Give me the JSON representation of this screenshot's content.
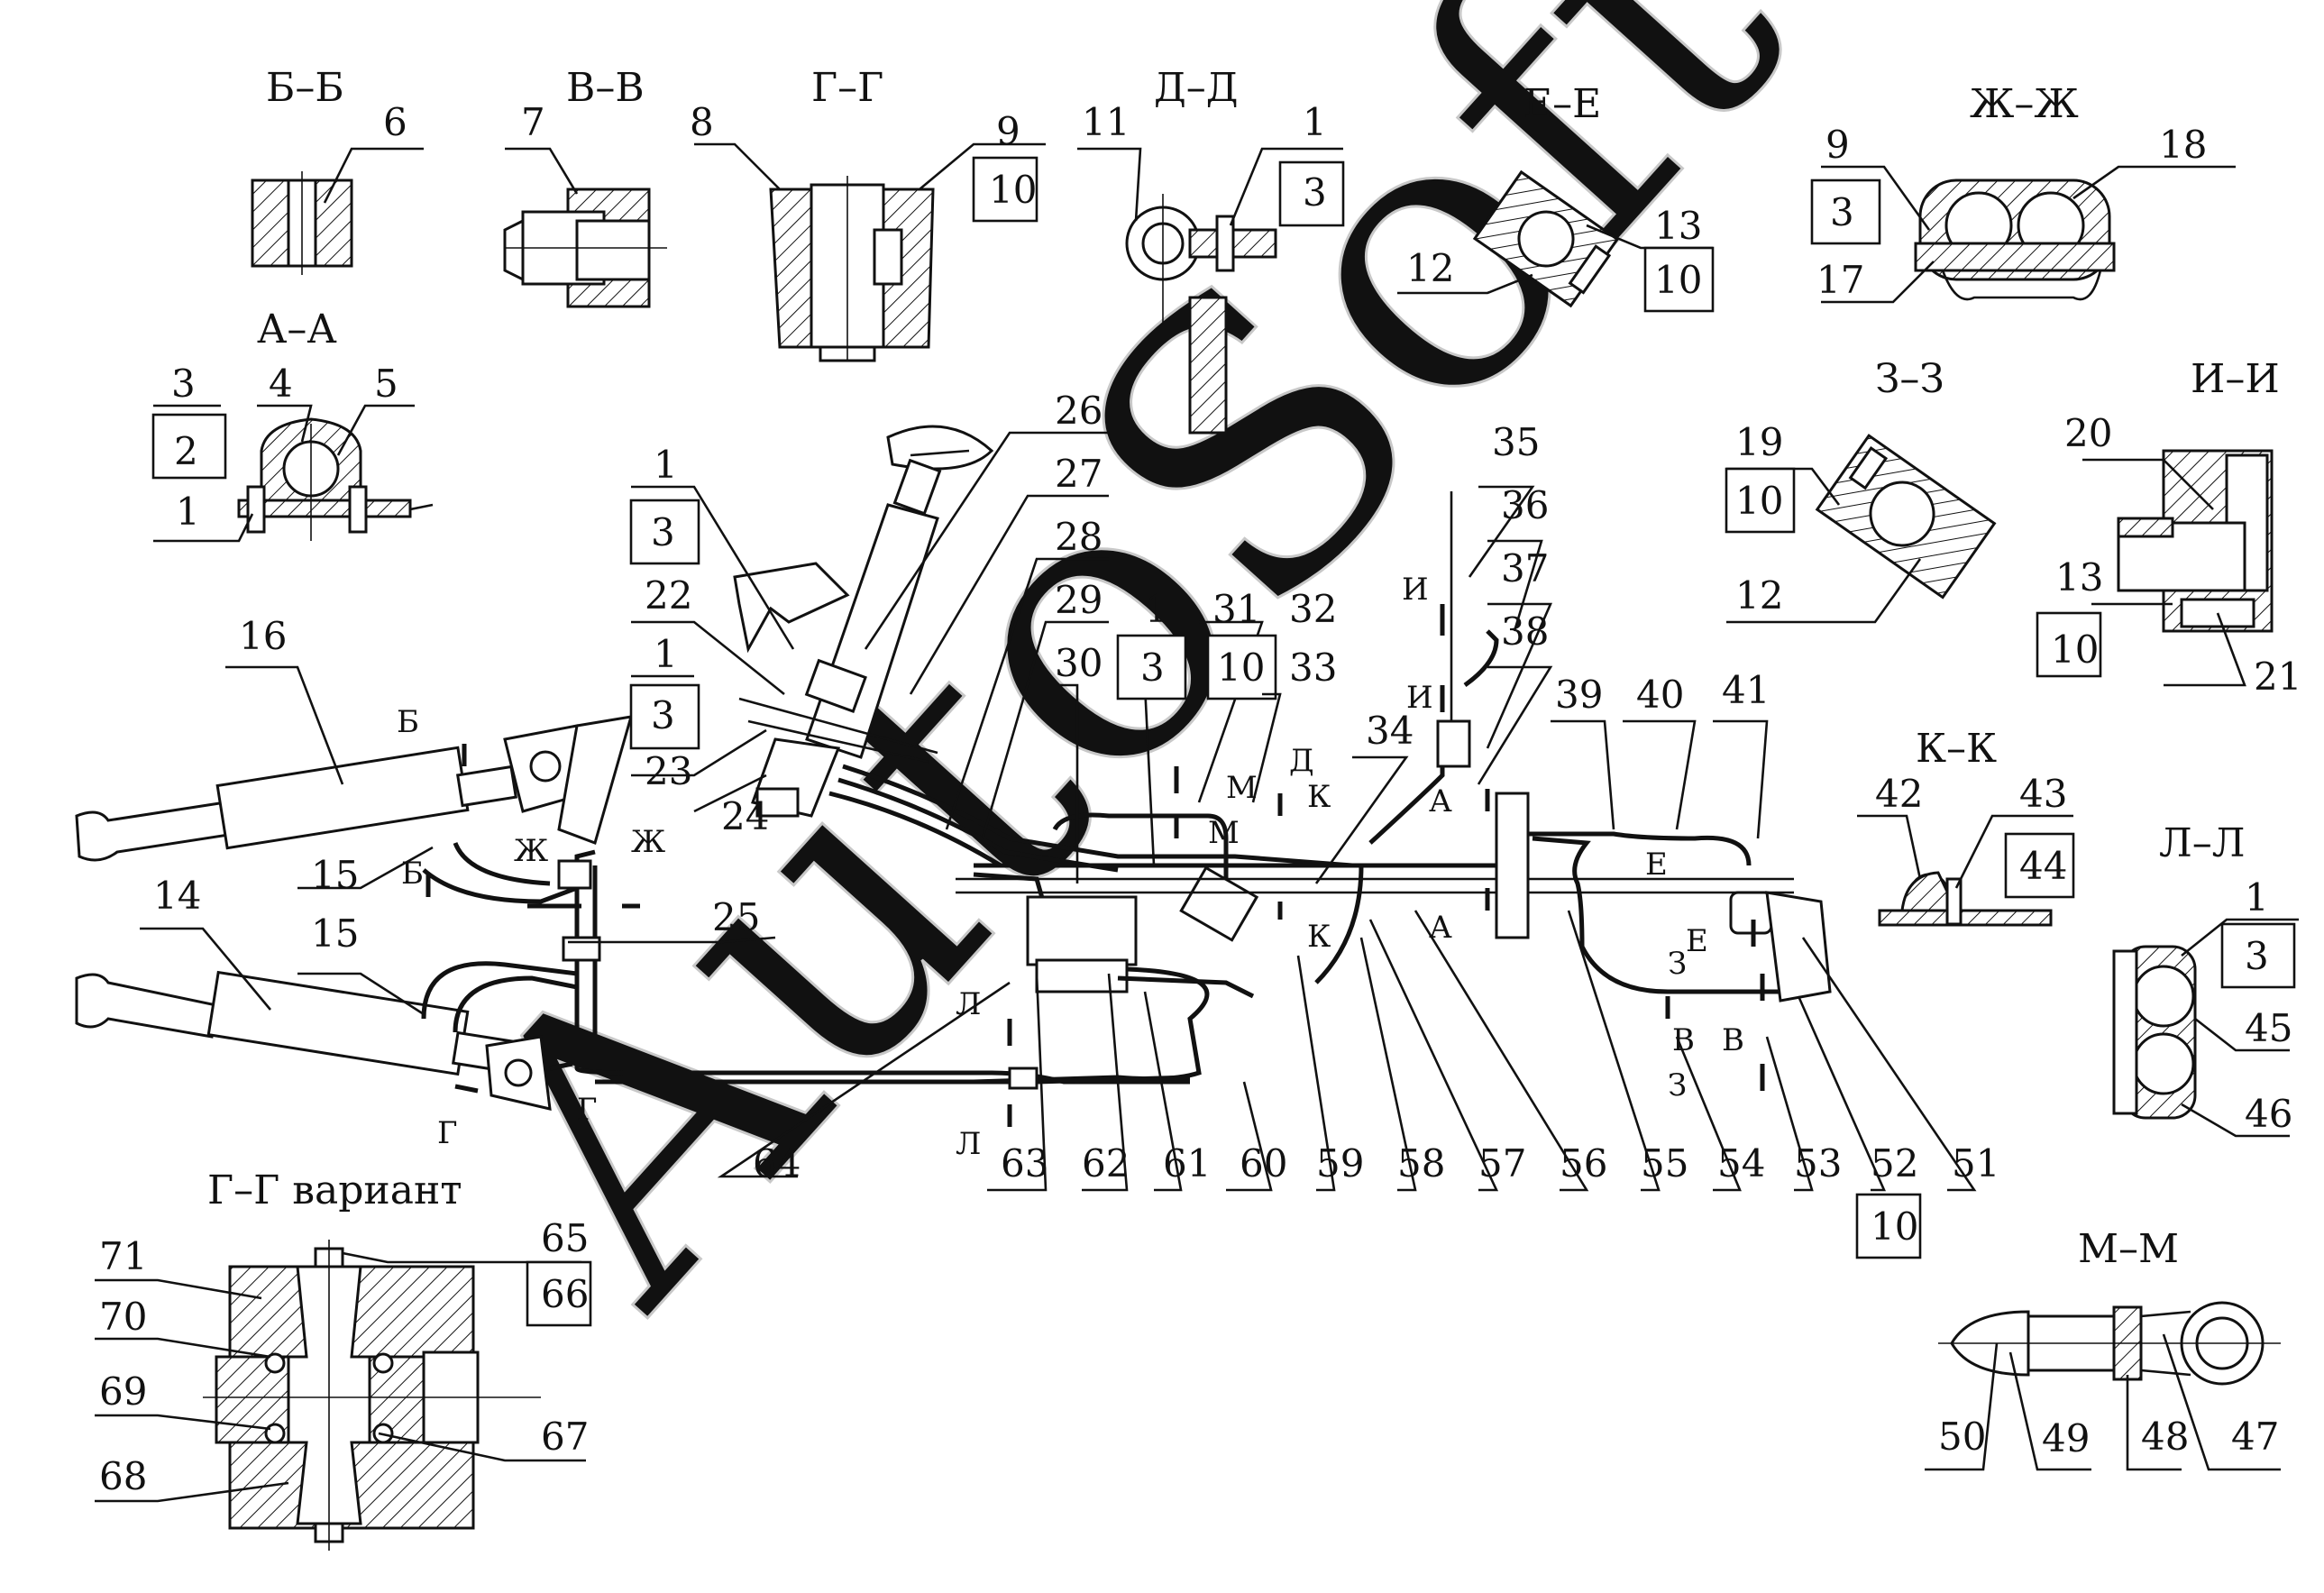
{
  "watermark": "AutoSoft",
  "sections": [
    {
      "id": "bb",
      "title": "Б–Б",
      "labels": [
        "6"
      ]
    },
    {
      "id": "vv",
      "title": "В–В",
      "labels": [
        "7"
      ]
    },
    {
      "id": "gg",
      "title": "Г–Г",
      "labels": [
        "8",
        "9",
        "10"
      ]
    },
    {
      "id": "dd",
      "title": "Д–Д",
      "labels": [
        "11",
        "1",
        "3"
      ]
    },
    {
      "id": "ee",
      "title": "Е–Е",
      "labels": [
        "12",
        "13",
        "10"
      ]
    },
    {
      "id": "zhzh",
      "title": "Ж–Ж",
      "labels": [
        "9",
        "3",
        "17",
        "18"
      ]
    },
    {
      "id": "aa",
      "title": "А–А",
      "labels": [
        "3",
        "2",
        "1",
        "4",
        "5"
      ]
    },
    {
      "id": "zz",
      "title": "З–З",
      "labels": [
        "19",
        "10",
        "12"
      ]
    },
    {
      "id": "ii",
      "title": "И–И",
      "labels": [
        "20",
        "13",
        "10",
        "21"
      ]
    },
    {
      "id": "kk",
      "title": "К–К",
      "labels": [
        "42",
        "43",
        "44"
      ]
    },
    {
      "id": "ll",
      "title": "Л–Л",
      "labels": [
        "1",
        "3",
        "45",
        "46"
      ]
    },
    {
      "id": "mm",
      "title": "М–М",
      "labels": [
        "50",
        "49",
        "48",
        "47"
      ]
    },
    {
      "id": "ggv",
      "title": "Г–Г вариант",
      "labels": [
        "71",
        "70",
        "69",
        "68",
        "65",
        "66",
        "67"
      ]
    }
  ],
  "main_view": {
    "callouts": [
      "16",
      "14",
      "15",
      "15",
      "1",
      "3",
      "22",
      "1",
      "3",
      "23",
      "24",
      "25",
      "26",
      "27",
      "28",
      "29",
      "30",
      "1",
      "3",
      "31",
      "10",
      "32",
      "33",
      "34",
      "35",
      "36",
      "37",
      "38",
      "39",
      "40",
      "41",
      "64",
      "63",
      "62",
      "61",
      "60",
      "59",
      "58",
      "57",
      "56",
      "55",
      "54",
      "53",
      "52",
      "10",
      "51"
    ],
    "section_marks": [
      "Б",
      "Б",
      "Ж",
      "Ж",
      "Г",
      "Г",
      "Л",
      "Л",
      "М",
      "М",
      "Д",
      "К",
      "К",
      "А",
      "А",
      "И",
      "И",
      "Е",
      "Е",
      "З",
      "З",
      "В",
      "В"
    ]
  }
}
